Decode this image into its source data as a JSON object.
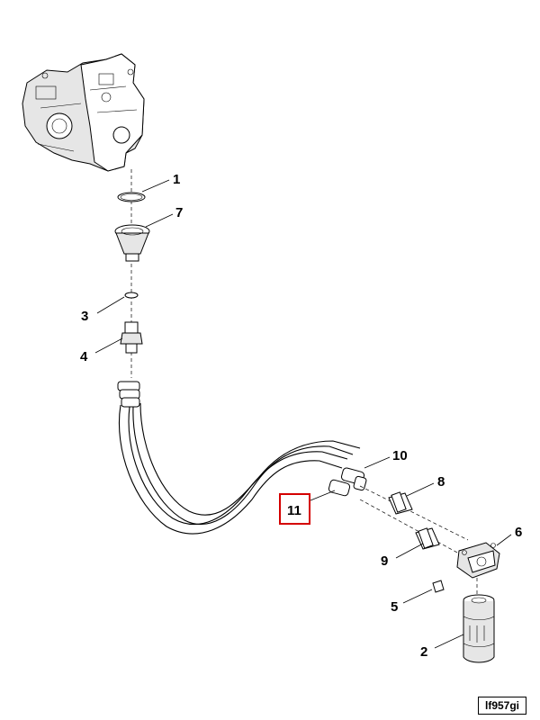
{
  "callouts": {
    "c1": "1",
    "c2": "2",
    "c3": "3",
    "c4": "4",
    "c5": "5",
    "c6": "6",
    "c7": "7",
    "c8": "8",
    "c9": "9",
    "c10": "10",
    "c11": "11"
  },
  "highlight_color": "#d40000",
  "reference_code": "lf957gi"
}
